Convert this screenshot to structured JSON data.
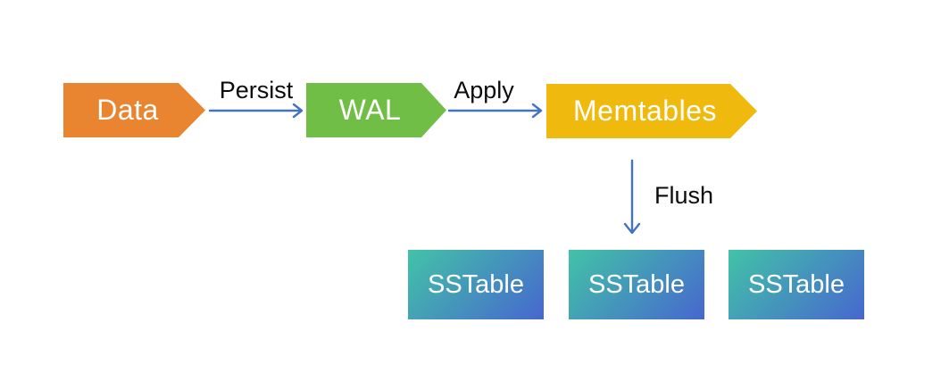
{
  "diagram": {
    "nodes": {
      "data": {
        "label": "Data",
        "color": "#E98531"
      },
      "wal": {
        "label": "WAL",
        "color": "#70BE45"
      },
      "memtables": {
        "label": "Memtables",
        "color": "#EFBA0D"
      }
    },
    "sstables": [
      {
        "label": "SSTable"
      },
      {
        "label": "SSTable"
      },
      {
        "label": "SSTable"
      }
    ],
    "edges": {
      "persist": {
        "label": "Persist"
      },
      "apply": {
        "label": "Apply"
      },
      "flush": {
        "label": "Flush"
      }
    },
    "colors": {
      "arrow": "#4472C4",
      "sstable_gradient_start": "#42C3A7",
      "sstable_gradient_end": "#4767CF",
      "node_text": "#FFFFFF",
      "edge_label_text": "#0C0C0C",
      "background": "#FFFFFF"
    }
  }
}
